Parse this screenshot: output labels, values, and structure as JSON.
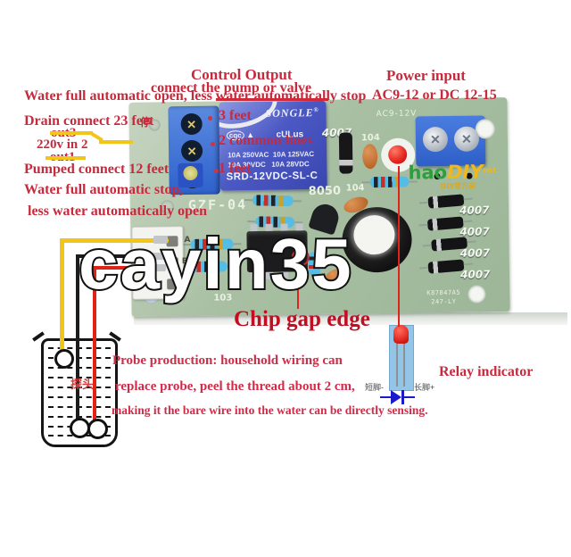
{
  "watermark": "cayin35",
  "annotations": {
    "control": {
      "line1": "Control Output",
      "line2": "connect the pump or valve"
    },
    "power": {
      "line1": "Power input",
      "line2": "AC9-12  or DC 12-15"
    },
    "water_full_open": "Water full automatic open, less water automatically stop",
    "drain": "Drain connect 23 feet",
    "stop_cn": "停",
    "out3": "out3",
    "v220": "220v in 2",
    "out1": "out1",
    "pumped": "Pumped connect 12 feet",
    "water_full_stop": "Water full automatic stop,",
    "less_water": "less water automatically open",
    "feet3": "3 feet",
    "common2": "2 common lines",
    "feet1": "1 feet",
    "chip_gap": "Chip gap edge",
    "relay_indicator": "Relay indicator",
    "probe": {
      "line1": "Probe production: household wiring can",
      "line2": "replace probe, peel the thread about 2 cm,",
      "line3": "making it the bare wire into the water can be directly sensing."
    },
    "probe_cn": "探头"
  },
  "pcb": {
    "silkscreen": {
      "model": "GZF-04",
      "power": "AC9-12V",
      "cap_top": "104",
      "cap_mid": "104",
      "transistor": "8050",
      "res_net": "103",
      "serial1": "K87847A5",
      "serial2": "247-LY",
      "diode_top": "4007"
    },
    "diode_labels": [
      "4007",
      "4007",
      "4007",
      "4007"
    ],
    "connector_pins": [
      "A",
      "B",
      "C"
    ],
    "relay": {
      "brand": "SONGLE",
      "reg": "®",
      "cert": "cqc",
      "tri": "▲",
      "ul": "cULus",
      "ratings1": "10A 250VAC  10A 125VAC",
      "ratings2": "10A 30VDC   10A 28VDC",
      "model": "SRD-12VDC-SL-C"
    },
    "logo": {
      "hao": "hao",
      "diy": "DIY",
      "net": "net",
      "sub": "DIY官方店"
    }
  },
  "indicator": {
    "short_leg": "短脚-",
    "long_leg": "长脚+"
  },
  "colors": {
    "annotation_red": "#c62a3c",
    "chip_gap_red": "#c00f22",
    "pcb_green": "#a8bfa2",
    "relay_blue": "#4753c0",
    "terminal_blue": "#3568d2",
    "wire_yellow": "#f2c51a",
    "wire_red": "#e02314",
    "wire_black": "#1c1c1c",
    "logo_green": "#2f9e3f",
    "logo_yellow": "#f0b81c",
    "indicator_body_blue": "#93c6e6",
    "led_red": "#e3231e"
  }
}
